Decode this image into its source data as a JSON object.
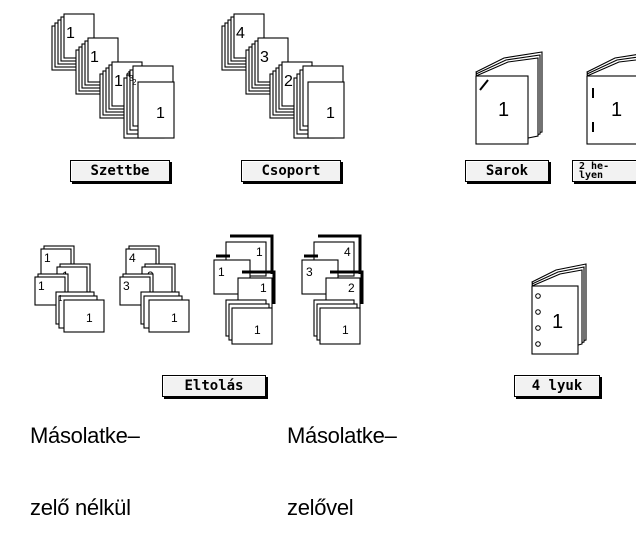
{
  "buttons": {
    "szettbe": "Szettbe",
    "csoport": "Csoport",
    "sarok": "Sarok",
    "ket_helyen_line1": "2 he-",
    "ket_helyen_line2": "lyen",
    "eltolas": "Eltolás",
    "negy_lyuk": "4 lyuk"
  },
  "captions": {
    "left_line1": "Másolatke–",
    "left_line2": "zelő nélkül",
    "right_line1": "Másolatke–",
    "right_line2": "zelővel"
  },
  "illustrations": {
    "sorted_stack_numbers": [
      "1",
      "1",
      "1",
      "4",
      "3",
      "2",
      "1"
    ],
    "group_stack_numbers": [
      "4",
      "3",
      "2",
      "1"
    ],
    "staple_corner_number": "1",
    "staple_two_number": "1",
    "offset_left_numbers": [
      "1",
      "1",
      "1",
      "1",
      "1"
    ],
    "offset_left2_numbers": [
      "4",
      "3",
      "2",
      "1"
    ],
    "offset_right_numbers": [
      "1",
      "1",
      "1",
      "1"
    ],
    "offset_right2_numbers": [
      "4",
      "3",
      "2",
      "1"
    ],
    "punch_number": "1"
  }
}
